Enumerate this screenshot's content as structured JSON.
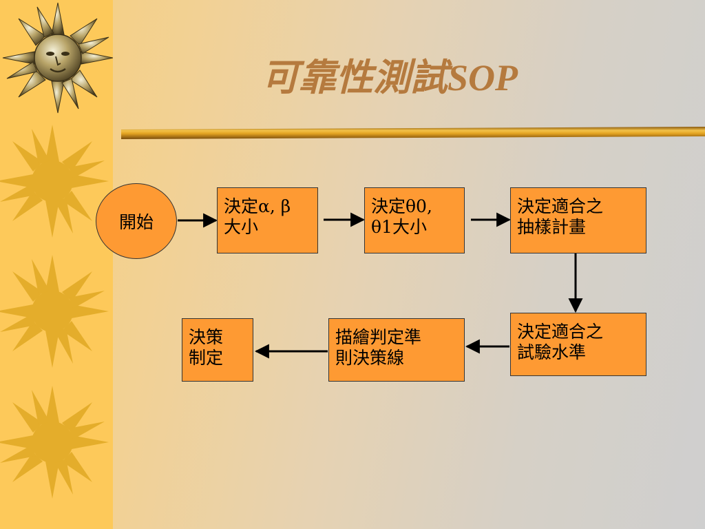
{
  "slide": {
    "title": "可靠性測試SOP"
  },
  "flowchart": {
    "start": "開始",
    "step1": {
      "line1": "決定α, β",
      "line2": "大小"
    },
    "step2": {
      "line1": "決定θ0,",
      "line2": "θ1大小"
    },
    "step3": {
      "line1": "決定適合之",
      "line2": "抽樣計畫"
    },
    "step4": {
      "line1": "決定適合之",
      "line2": "試驗水準"
    },
    "step5": {
      "line1": "描繪判定準",
      "line2": "則決策線"
    },
    "step6": {
      "line1": "決策",
      "line2": "制定"
    }
  },
  "colors": {
    "box_fill": "#fe9a33",
    "title": "#b57a3e",
    "sidebar": "#fdc95a",
    "rule": "#e0a020"
  }
}
